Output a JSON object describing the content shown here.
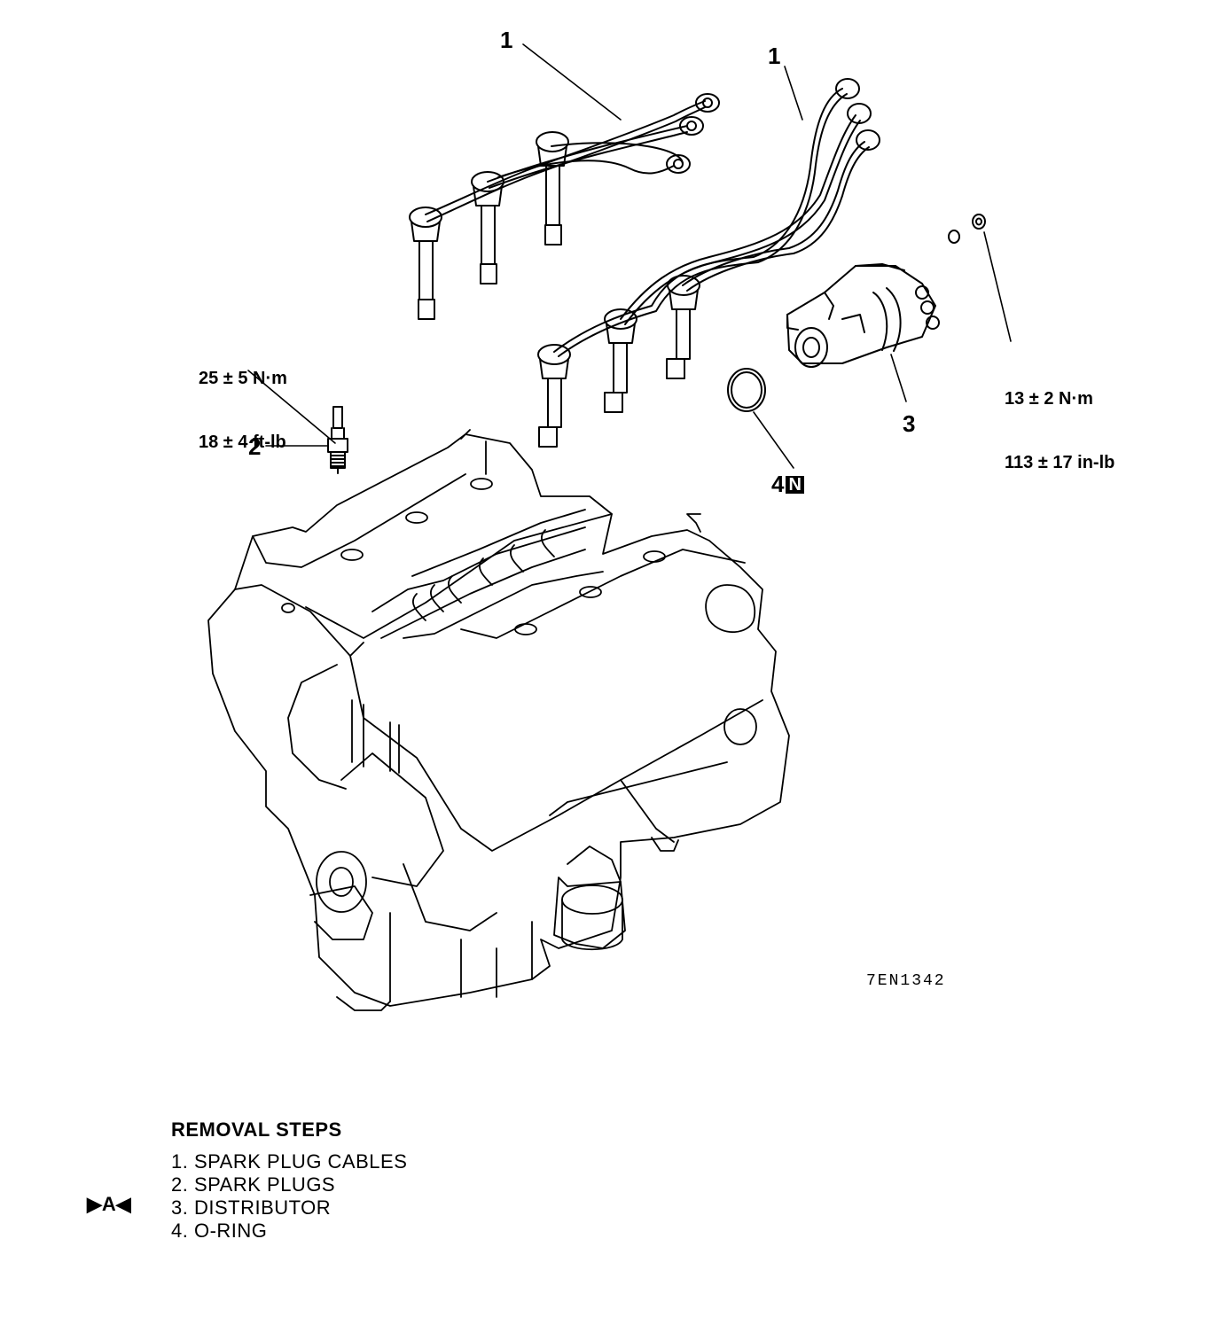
{
  "callouts": {
    "cables_a": "1",
    "cables_b": "1",
    "plug": "2",
    "distributor": "3",
    "oring": "4",
    "oring_badge": "N"
  },
  "torque": {
    "plug_metric": "25 ± 5 N·m",
    "plug_imperial": "18 ± 4 ft-lb",
    "dist_metric": "13 ± 2 N·m",
    "dist_imperial": "113 ± 17 in-lb"
  },
  "figure_code": "7EN1342",
  "removal": {
    "title": "REMOVAL STEPS",
    "marker": "▶A◀",
    "steps": [
      "1. SPARK PLUG CABLES",
      "2. SPARK PLUGS",
      "3. DISTRIBUTOR",
      "4. O-RING"
    ]
  }
}
